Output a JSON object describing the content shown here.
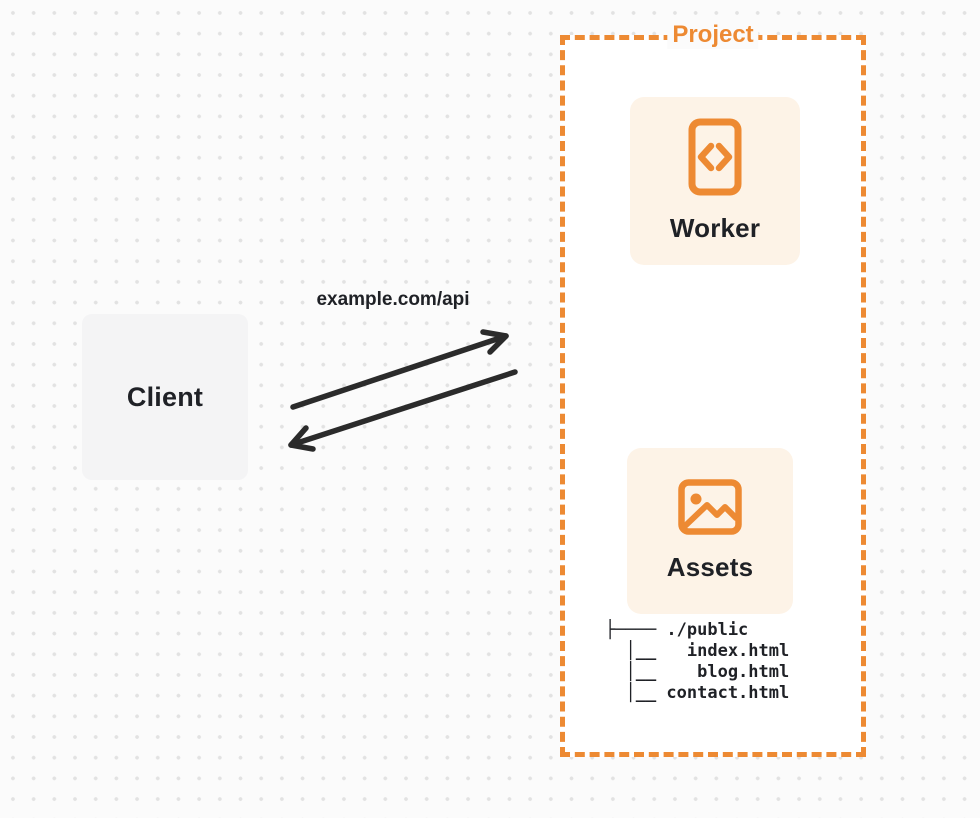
{
  "colors": {
    "accent": "#ED8A33",
    "card_bg": "#FDF3E7",
    "client_bg": "#F4F4F5",
    "project_bg": "#FFFFFF",
    "page_bg": "#FBFBFB",
    "dot": "#E2E2E2",
    "arrow": "#2B2B2B",
    "text_dark": "#1F2126"
  },
  "diagram": {
    "client": {
      "label": "Client"
    },
    "request_label": "example.com/api",
    "arrows": {
      "request_direction": "client-to-project",
      "response_direction": "project-to-client"
    },
    "project": {
      "label": "Project",
      "worker": {
        "label": "Worker",
        "icon": "code-file-icon"
      },
      "assets": {
        "label": "Assets",
        "icon": "image-icon"
      },
      "file_tree": "├──── ./public\n  │__   index.html\n  │__    blog.html\n  │__ contact.html"
    }
  }
}
